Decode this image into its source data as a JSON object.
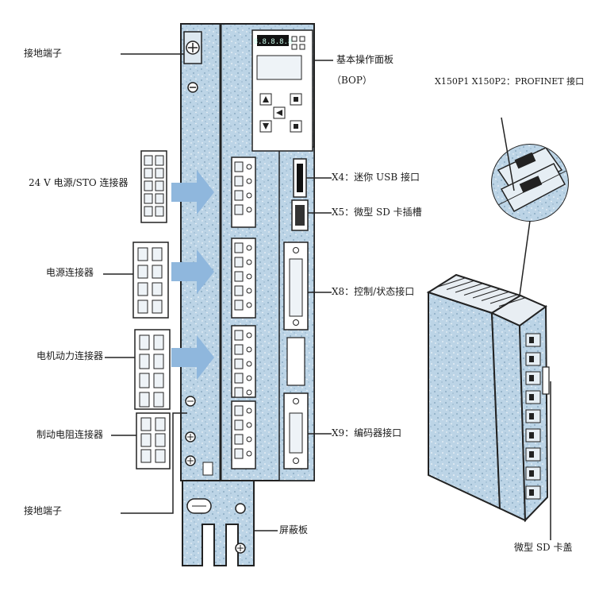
{
  "labels": {
    "ground_terminal_top": "接地端子",
    "bop_main": "基本操作面板",
    "bop_sub": "（BOP）",
    "connector_24v_sto": "24 V 电源/STO 连接器",
    "x4_usb": "X4：迷你 USB 接口",
    "x5_sd": "X5：微型 SD 卡插槽",
    "power_connector": "电源连接器",
    "x8_control": "X8：控制/状态接口",
    "motor_power_connector": "电机动力连接器",
    "brake_resistor_connector": "制动电阻连接器",
    "x9_encoder": "X9：编码器接口",
    "ground_terminal_bottom": "接地端子",
    "shield_plate": "屏蔽板",
    "x150_profinet": "X150P1 X150P2：PROFINET 接口",
    "sd_card_cover": "微型 SD 卡盖"
  },
  "display_text": "8.8.8.8.8",
  "colors": {
    "body_fill": "#bcd4e6",
    "speckle": "#7d9fb8",
    "outline": "#222222",
    "arrow": "#8fb7dd",
    "text": "#1a1a1a"
  }
}
